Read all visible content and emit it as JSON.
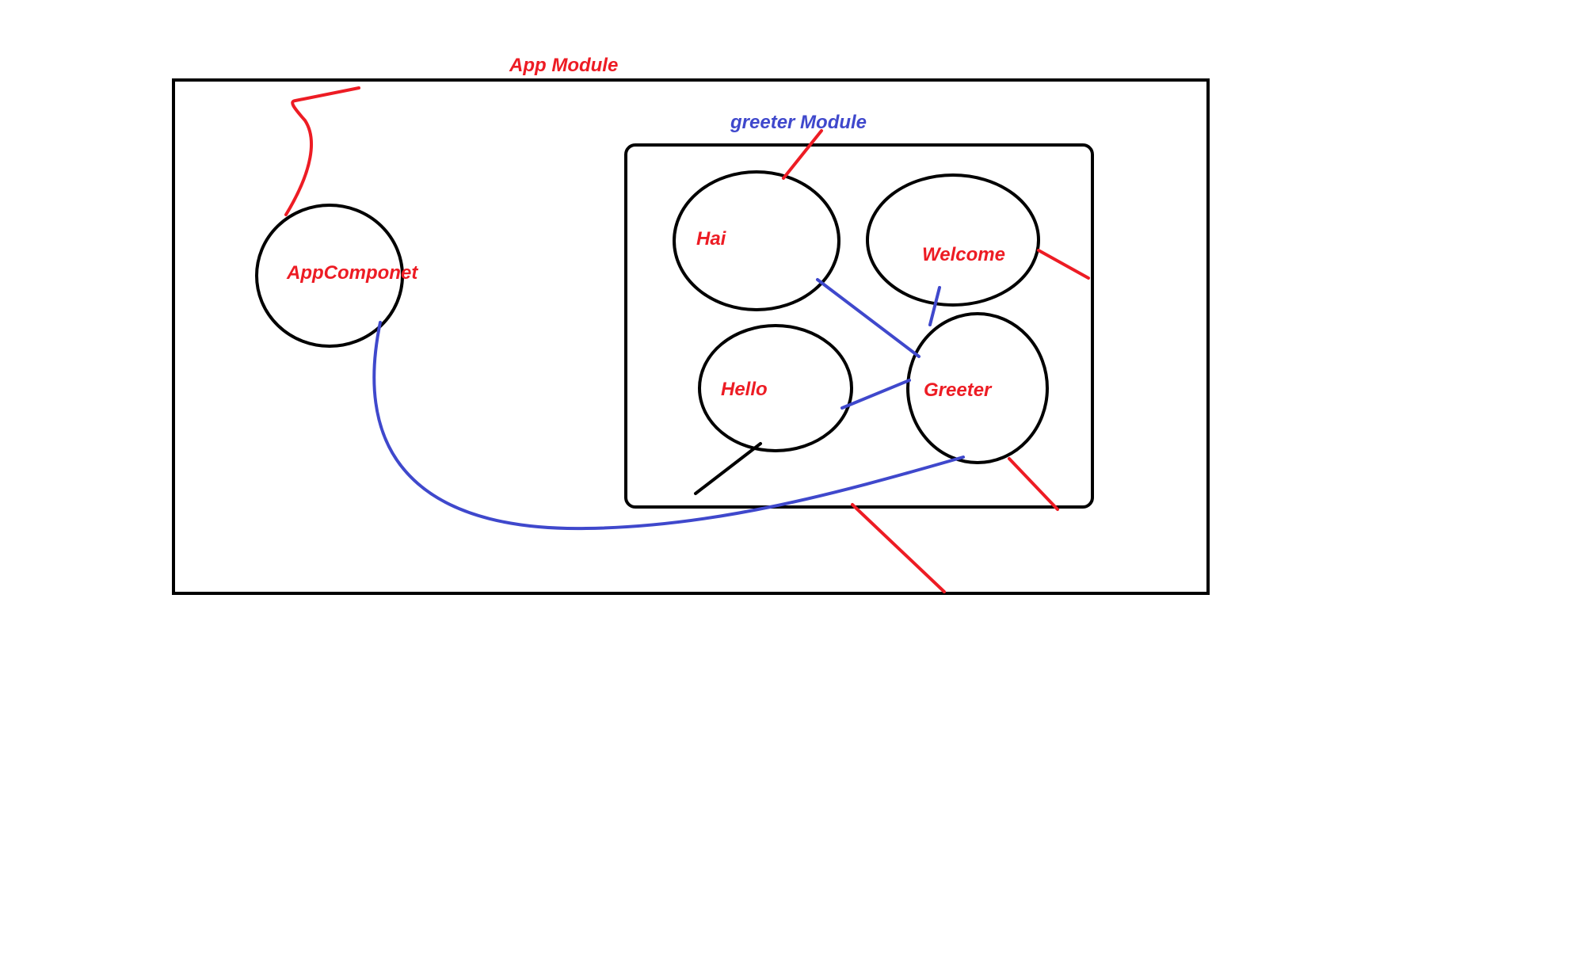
{
  "diagram": {
    "modules": [
      {
        "id": "app",
        "label": "App Module",
        "label_color": "#ed1c24"
      },
      {
        "id": "greeter",
        "label": "greeter Module",
        "label_color": "#3f48cc"
      }
    ],
    "components": [
      {
        "id": "appcomponent",
        "label": "AppComponet",
        "module": "app"
      },
      {
        "id": "hai",
        "label": "Hai",
        "module": "greeter"
      },
      {
        "id": "welcome",
        "label": "Welcome",
        "module": "greeter"
      },
      {
        "id": "hello",
        "label": "Hello",
        "module": "greeter"
      },
      {
        "id": "greeter",
        "label": "Greeter",
        "module": "greeter"
      }
    ],
    "connections": [
      {
        "from": "hai",
        "to": "greeter",
        "color": "#3f48cc"
      },
      {
        "from": "welcome",
        "to": "greeter",
        "color": "#3f48cc"
      },
      {
        "from": "hello",
        "to": "greeter",
        "color": "#3f48cc"
      },
      {
        "from": "appcomponent",
        "to": "greeter",
        "color": "#3f48cc"
      }
    ],
    "colors": {
      "outline": "#000000",
      "label_red": "#ed1c24",
      "label_blue": "#3f48cc"
    }
  }
}
